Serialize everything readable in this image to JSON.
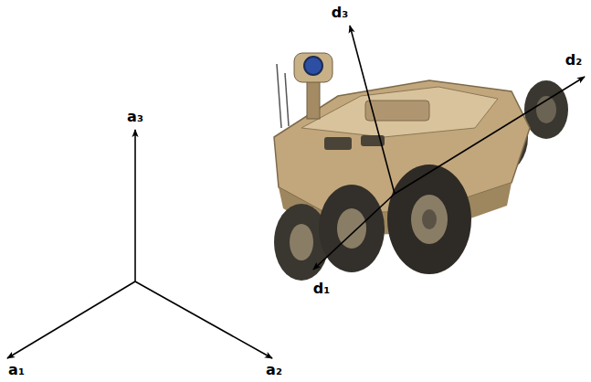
{
  "diagram": {
    "labels": [
      "d₃",
      "d₂",
      "a₃",
      "d₁",
      "a₁",
      "a₂"
    ]
  }
}
